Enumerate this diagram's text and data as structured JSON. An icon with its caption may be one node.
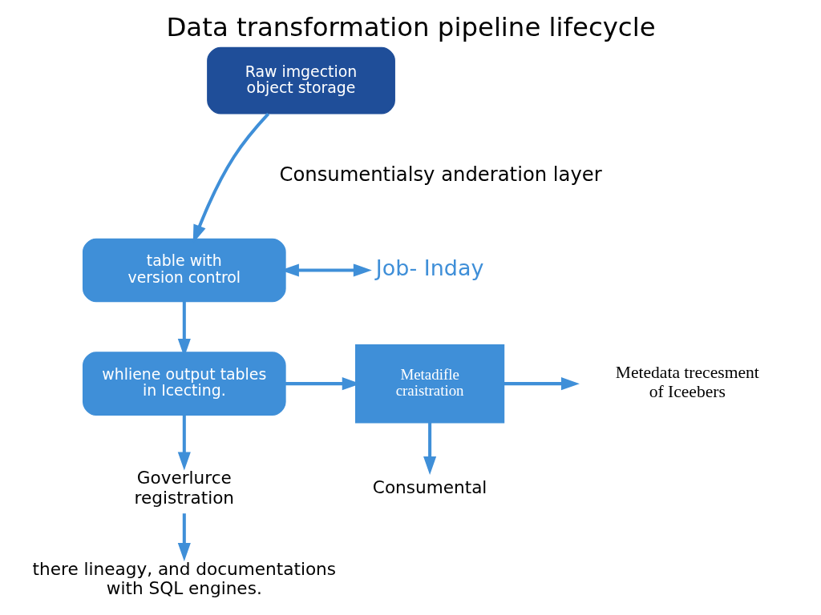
{
  "diagram": {
    "title": "Data transformation pipeline lifecycle",
    "nodes": [
      {
        "text": [
          "Raw imgection object storage"
        ]
      },
      {
        "text": [
          "table with version control"
        ]
      },
      {
        "text": [
          "Job- Inday"
        ]
      },
      {
        "text": [
          "whliene output tables in Icecting."
        ]
      },
      {
        "text": [
          "Metadifle craistration"
        ]
      },
      {
        "text": [
          "Metedata trecesment of Iceebers"
        ]
      },
      {
        "text": [
          "Goverlurce registration"
        ]
      },
      {
        "text": [
          "Consumental"
        ]
      },
      {
        "text": [
          "there lineagy, and documentations with SQL engines."
        ]
      }
    ],
    "edges": [
      {
        "from": 0,
        "to": 1,
        "arrow": "to"
      },
      {
        "from": 1,
        "to": 2,
        "arrow": "both"
      },
      {
        "from": 1,
        "to": 3,
        "arrow": "to"
      },
      {
        "from": 3,
        "to": 4,
        "arrow": "to"
      },
      {
        "from": 4,
        "to": 5,
        "arrow": "to"
      },
      {
        "from": 3,
        "to": 6,
        "arrow": "to"
      },
      {
        "from": 4,
        "to": 7,
        "arrow": "to"
      },
      {
        "from": 6,
        "to": 8,
        "arrow": "to"
      }
    ],
    "labels": [
      "Consumentialsy anderation layer"
    ]
  }
}
